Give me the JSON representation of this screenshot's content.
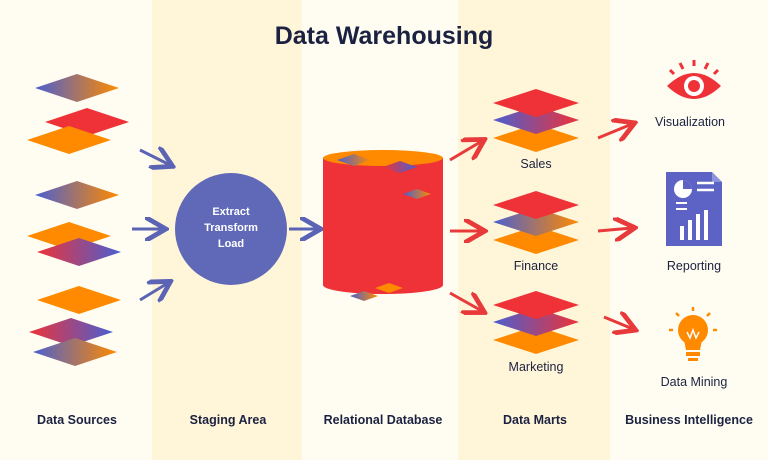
{
  "title": "Data Warehousing",
  "columns": {
    "data_sources": "Data Sources",
    "staging_area": "Staging Area",
    "relational_database": "Relational Database",
    "data_marts": "Data Marts",
    "business_intelligence": "Business Intelligence"
  },
  "etl": {
    "line1": "Extract",
    "line2": "Transform",
    "line3": "Load"
  },
  "data_marts": {
    "sales": "Sales",
    "finance": "Finance",
    "marketing": "Marketing"
  },
  "business_intelligence": {
    "visualization": "Visualization",
    "reporting": "Reporting",
    "data_mining": "Data Mining"
  },
  "colors": {
    "background": "#fffdf2",
    "band": "#fff6d9",
    "red": "#ee3238",
    "orange": "#ff8a00",
    "blue": "#4a5fd0",
    "etl_circle": "#6069b8",
    "arrow_blue": "#5b63b4",
    "arrow_red": "#e83a3a",
    "title": "#1b2140"
  }
}
